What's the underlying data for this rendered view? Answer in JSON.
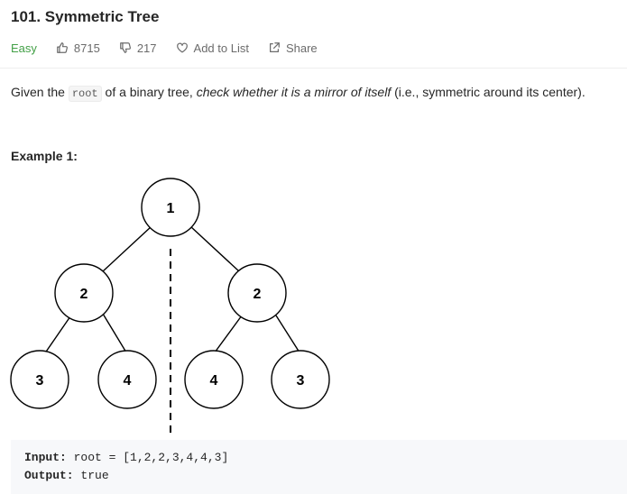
{
  "problem": {
    "title": "101. Symmetric Tree",
    "difficulty": "Easy",
    "likes": "8715",
    "dislikes": "217",
    "add_to_list": "Add to List",
    "share": "Share",
    "colors": {
      "easy": "#43a047",
      "meta_text": "#6b6b6b"
    }
  },
  "description": {
    "before": "Given the ",
    "code": "root",
    "middle": " of a binary tree, ",
    "emphasis": "check whether it is a mirror of itself",
    "after": " (i.e., symmetric around its center)."
  },
  "example": {
    "title": "Example 1:",
    "input_label": "Input:",
    "input_value": " root = [1,2,2,3,4,4,3]",
    "output_label": "Output:",
    "output_value": " true"
  },
  "tree": {
    "nodes": {
      "root": "1",
      "left": "2",
      "right": "2",
      "left_left": "3",
      "left_right": "4",
      "right_left": "4",
      "right_right": "3"
    }
  }
}
